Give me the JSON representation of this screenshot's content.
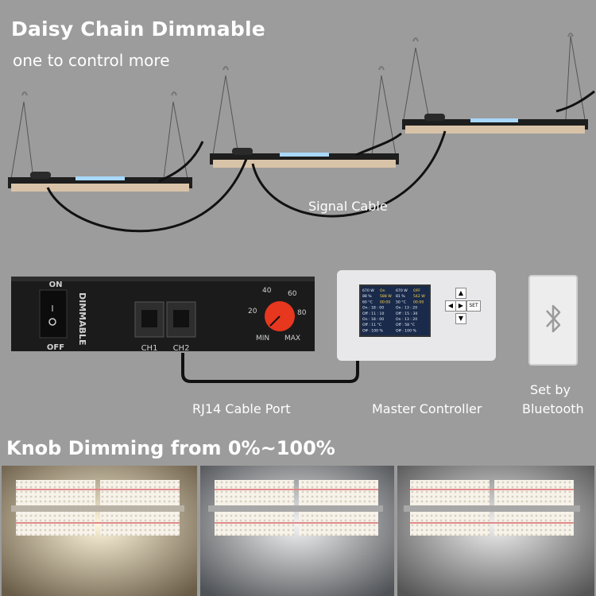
{
  "header": {
    "title": "Daisy Chain Dimmable",
    "subtitle": "one to control more"
  },
  "labels": {
    "signal_cable": "Signal Cable",
    "rj14_port": "RJ14 Cable Port",
    "master_controller": "Master Controller",
    "bluetooth_line1": "Set by",
    "bluetooth_line2": "Bluetooth",
    "knob_dimming": "Knob Dimming from 0%~100%"
  },
  "driver_box": {
    "switch_on": "ON",
    "switch_off": "OFF",
    "dimmable": "DIMMABLE",
    "ch1": "CH1",
    "ch2": "CH2",
    "knob_ticks": [
      "20",
      "40",
      "60",
      "80"
    ],
    "knob_min": "MIN",
    "knob_max": "MAX"
  },
  "controller_screen": {
    "rows": [
      [
        "670 W",
        "On",
        "670 W",
        "OFF"
      ],
      [
        "88 %",
        "588 W",
        "81 %",
        "542 W"
      ],
      [
        "60 °C",
        "00:00",
        "50 °C",
        "00:00"
      ],
      [
        "On : 18 : 00",
        "",
        "On : 13 : 20",
        ""
      ],
      [
        "Off : 11 : 10",
        "",
        "Off : 15 : 30",
        ""
      ],
      [
        "On : 18 : 00",
        "",
        "On : 13 : 20",
        ""
      ],
      [
        "Off : 11 °C",
        "",
        "Off : 58 °C",
        ""
      ],
      [
        "Off : 100 %",
        "",
        "Off : 100 %",
        ""
      ]
    ],
    "set_button": "SET"
  },
  "colors": {
    "background": "#9c9c9c",
    "knob": "#e8371f",
    "bluetooth_icon": "#9a9a9a"
  }
}
